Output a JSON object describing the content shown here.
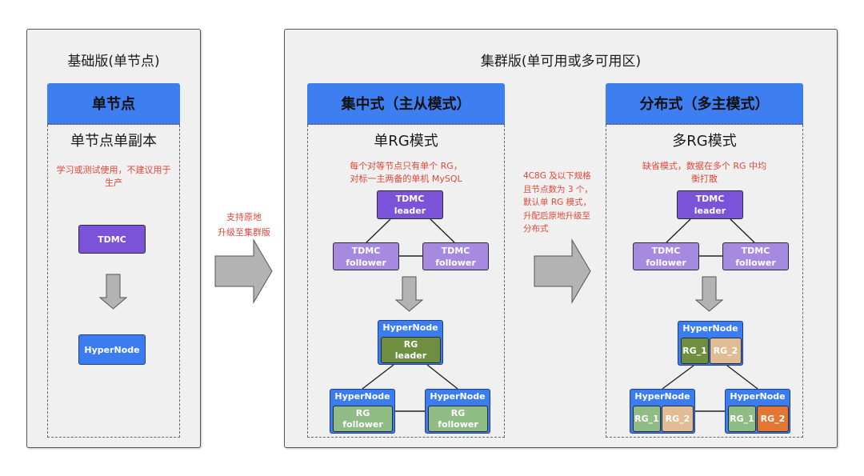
{
  "basic": {
    "title": "基础版(单节点)",
    "header": "单节点",
    "mode": "单节点单副本",
    "note_line1": "学习或测试使用，不建议用于",
    "note_line2": "生产",
    "tdmc": "TDMC",
    "hypernode": "HyperNode"
  },
  "upgrade1": {
    "line1": "支持原地",
    "line2": "升级至集群版"
  },
  "cluster": {
    "title": "集群版(单可用或多可用区)",
    "centralized": {
      "header": "集中式（主从模式）",
      "mode": "单RG模式",
      "note_line1": "每个对等节点只有单个 RG，",
      "note_line2": "对标一主两备的单机 MySQL",
      "tdmc_leader": [
        "TDMC",
        "leader"
      ],
      "tdmc_follower_left": [
        "TDMC",
        "follower"
      ],
      "tdmc_follower_right": [
        "TDMC",
        "follower"
      ],
      "hypernode_label": "HyperNode",
      "rg_leader": [
        "RG",
        "leader"
      ],
      "rg_follower_left": [
        "RG",
        "follower"
      ],
      "rg_follower_right": [
        "RG",
        "follower"
      ]
    },
    "upgrade2": {
      "lines": [
        "4C8G 及以下规格",
        "且节点数为 3 个，",
        "默认单 RG 模式，",
        "升配后原地升级至",
        "分布式"
      ]
    },
    "distributed": {
      "header": "分布式（多主模式）",
      "mode": "多RG模式",
      "note_line1": "缺省模式，数据在多个 RG 中均",
      "note_line2": "衡打散",
      "tdmc_leader": [
        "TDMC",
        "leader"
      ],
      "tdmc_follower_left": [
        "TDMC",
        "follower"
      ],
      "tdmc_follower_right": [
        "TDMC",
        "follower"
      ],
      "hypernode_label": "HyperNode",
      "rg1": "RG_1",
      "rg2": "RG_2"
    }
  },
  "colors": {
    "header_blue": "#3d7ef0",
    "note_red": "#e0473a",
    "tdmc_leader": "#7b53d9",
    "tdmc_follower": "#a58ae0",
    "rg_leader": "#6e8f3f",
    "rg_follower": "#8fbc85",
    "rg_peach": "#dfbc94",
    "rg_orange": "#e27632"
  }
}
